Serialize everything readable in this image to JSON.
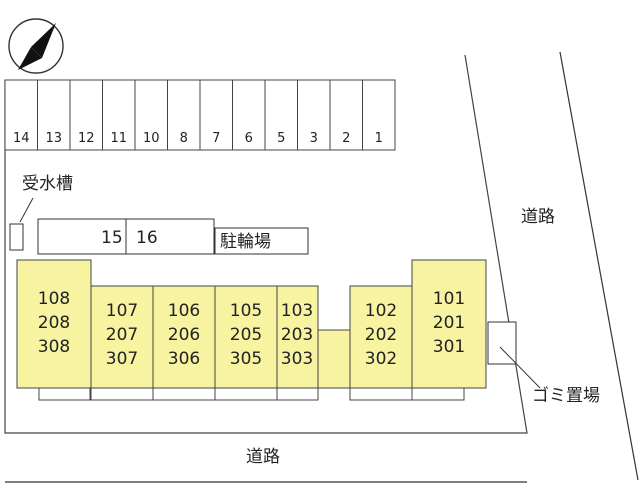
{
  "parking": {
    "slots": [
      "14",
      "13",
      "12",
      "11",
      "10",
      "8",
      "7",
      "6",
      "5",
      "3",
      "2",
      "1"
    ],
    "bike_slots": [
      "15",
      "16"
    ]
  },
  "labels": {
    "water_tank": "受水槽",
    "bicycle_parking": "駐輪場",
    "road_right": "道路",
    "road_bottom": "道路",
    "garbage": "ゴミ置場"
  },
  "building": {
    "units": [
      {
        "lines": [
          "108",
          "208",
          "308"
        ]
      },
      {
        "lines": [
          "107",
          "207",
          "307"
        ]
      },
      {
        "lines": [
          "106",
          "206",
          "306"
        ]
      },
      {
        "lines": [
          "105",
          "205",
          "305"
        ]
      },
      {
        "lines": [
          "103",
          "203",
          "303"
        ]
      },
      {
        "lines": [
          "102",
          "202",
          "302"
        ]
      },
      {
        "lines": [
          "101",
          "201",
          "301"
        ]
      }
    ]
  },
  "colors": {
    "unit_fill": "#f7f3a0",
    "line": "#333333"
  }
}
